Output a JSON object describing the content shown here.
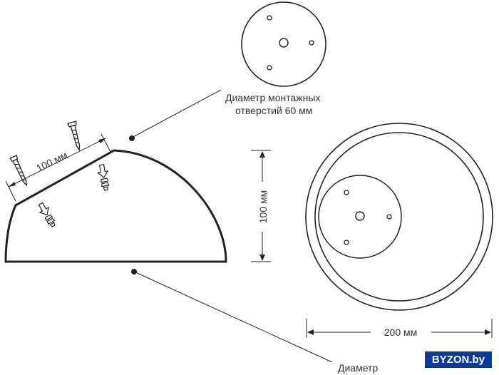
{
  "labels": {
    "mount_holes_line1": "Диаметр монтажных",
    "mount_holes_line2": "отверстий 60 мм",
    "bottom_label": "Диаметр",
    "dim_screw_spacing": "100 мм",
    "dim_height": "100 мм",
    "dim_diameter": "200 мм"
  },
  "watermark": {
    "text": "BYZON.by"
  },
  "colors": {
    "stroke": "#222222",
    "text": "#333333",
    "watermark_bg": "#0a3a9e"
  }
}
